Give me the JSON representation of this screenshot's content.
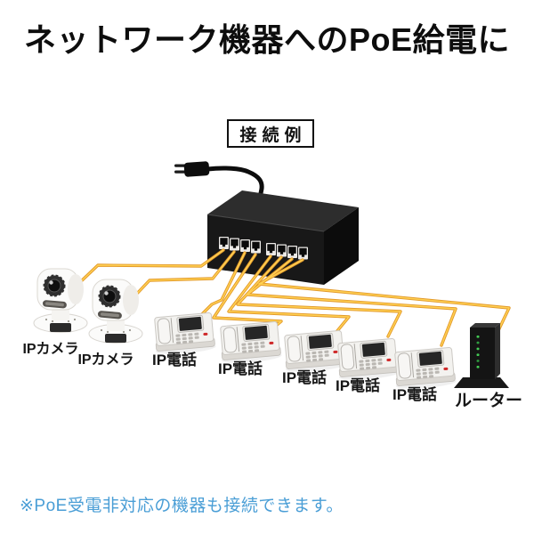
{
  "title": "ネットワーク機器へのPoE給電に",
  "diagram": {
    "label": "接続例",
    "switch_ports": 8,
    "devices": [
      {
        "type": "ip-camera",
        "label": "IPカメラ"
      },
      {
        "type": "ip-camera",
        "label": "IPカメラ"
      },
      {
        "type": "ip-phone",
        "label": "IP電話"
      },
      {
        "type": "ip-phone",
        "label": "IP電話"
      },
      {
        "type": "ip-phone",
        "label": "IP電話"
      },
      {
        "type": "ip-phone",
        "label": "IP電話"
      },
      {
        "type": "ip-phone",
        "label": "IP電話"
      },
      {
        "type": "router",
        "label": "ルーター"
      }
    ]
  },
  "note": "※PoE受電非対応の機器も接続できます。",
  "colors": {
    "cable_outer": "#e39a2b",
    "cable_inner": "#ffd052",
    "switch_top": "#2d2d2d",
    "switch_front": "#181818",
    "note_blue": "#4a9ed6",
    "led_green": "#44cc55",
    "phone_led_red": "#cf2a2a",
    "device_body": "#f3f2ef"
  }
}
